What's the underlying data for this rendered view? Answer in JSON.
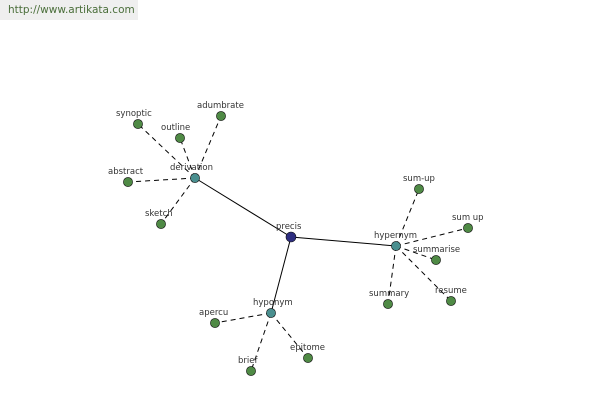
{
  "header": {
    "url": "http://www.artikata.com"
  },
  "colors": {
    "center": "#2e2e80",
    "hub": "#4a8f8f",
    "leaf": "#4f8a45",
    "url_text": "#4a6e3a"
  },
  "graph": {
    "center": {
      "id": "precis",
      "label": "precis"
    },
    "hubs": [
      {
        "id": "derivation",
        "label": "derivation",
        "leaves": [
          "synoptic",
          "outline",
          "adumbrate",
          "abstract",
          "sketch"
        ]
      },
      {
        "id": "hypernym",
        "label": "hypernym",
        "leaves": [
          "sum-up",
          "sum up",
          "summarise",
          "resume",
          "summary"
        ]
      },
      {
        "id": "hyponym",
        "label": "hyponym",
        "leaves": [
          "apercu",
          "brief",
          "epitome"
        ]
      }
    ]
  }
}
